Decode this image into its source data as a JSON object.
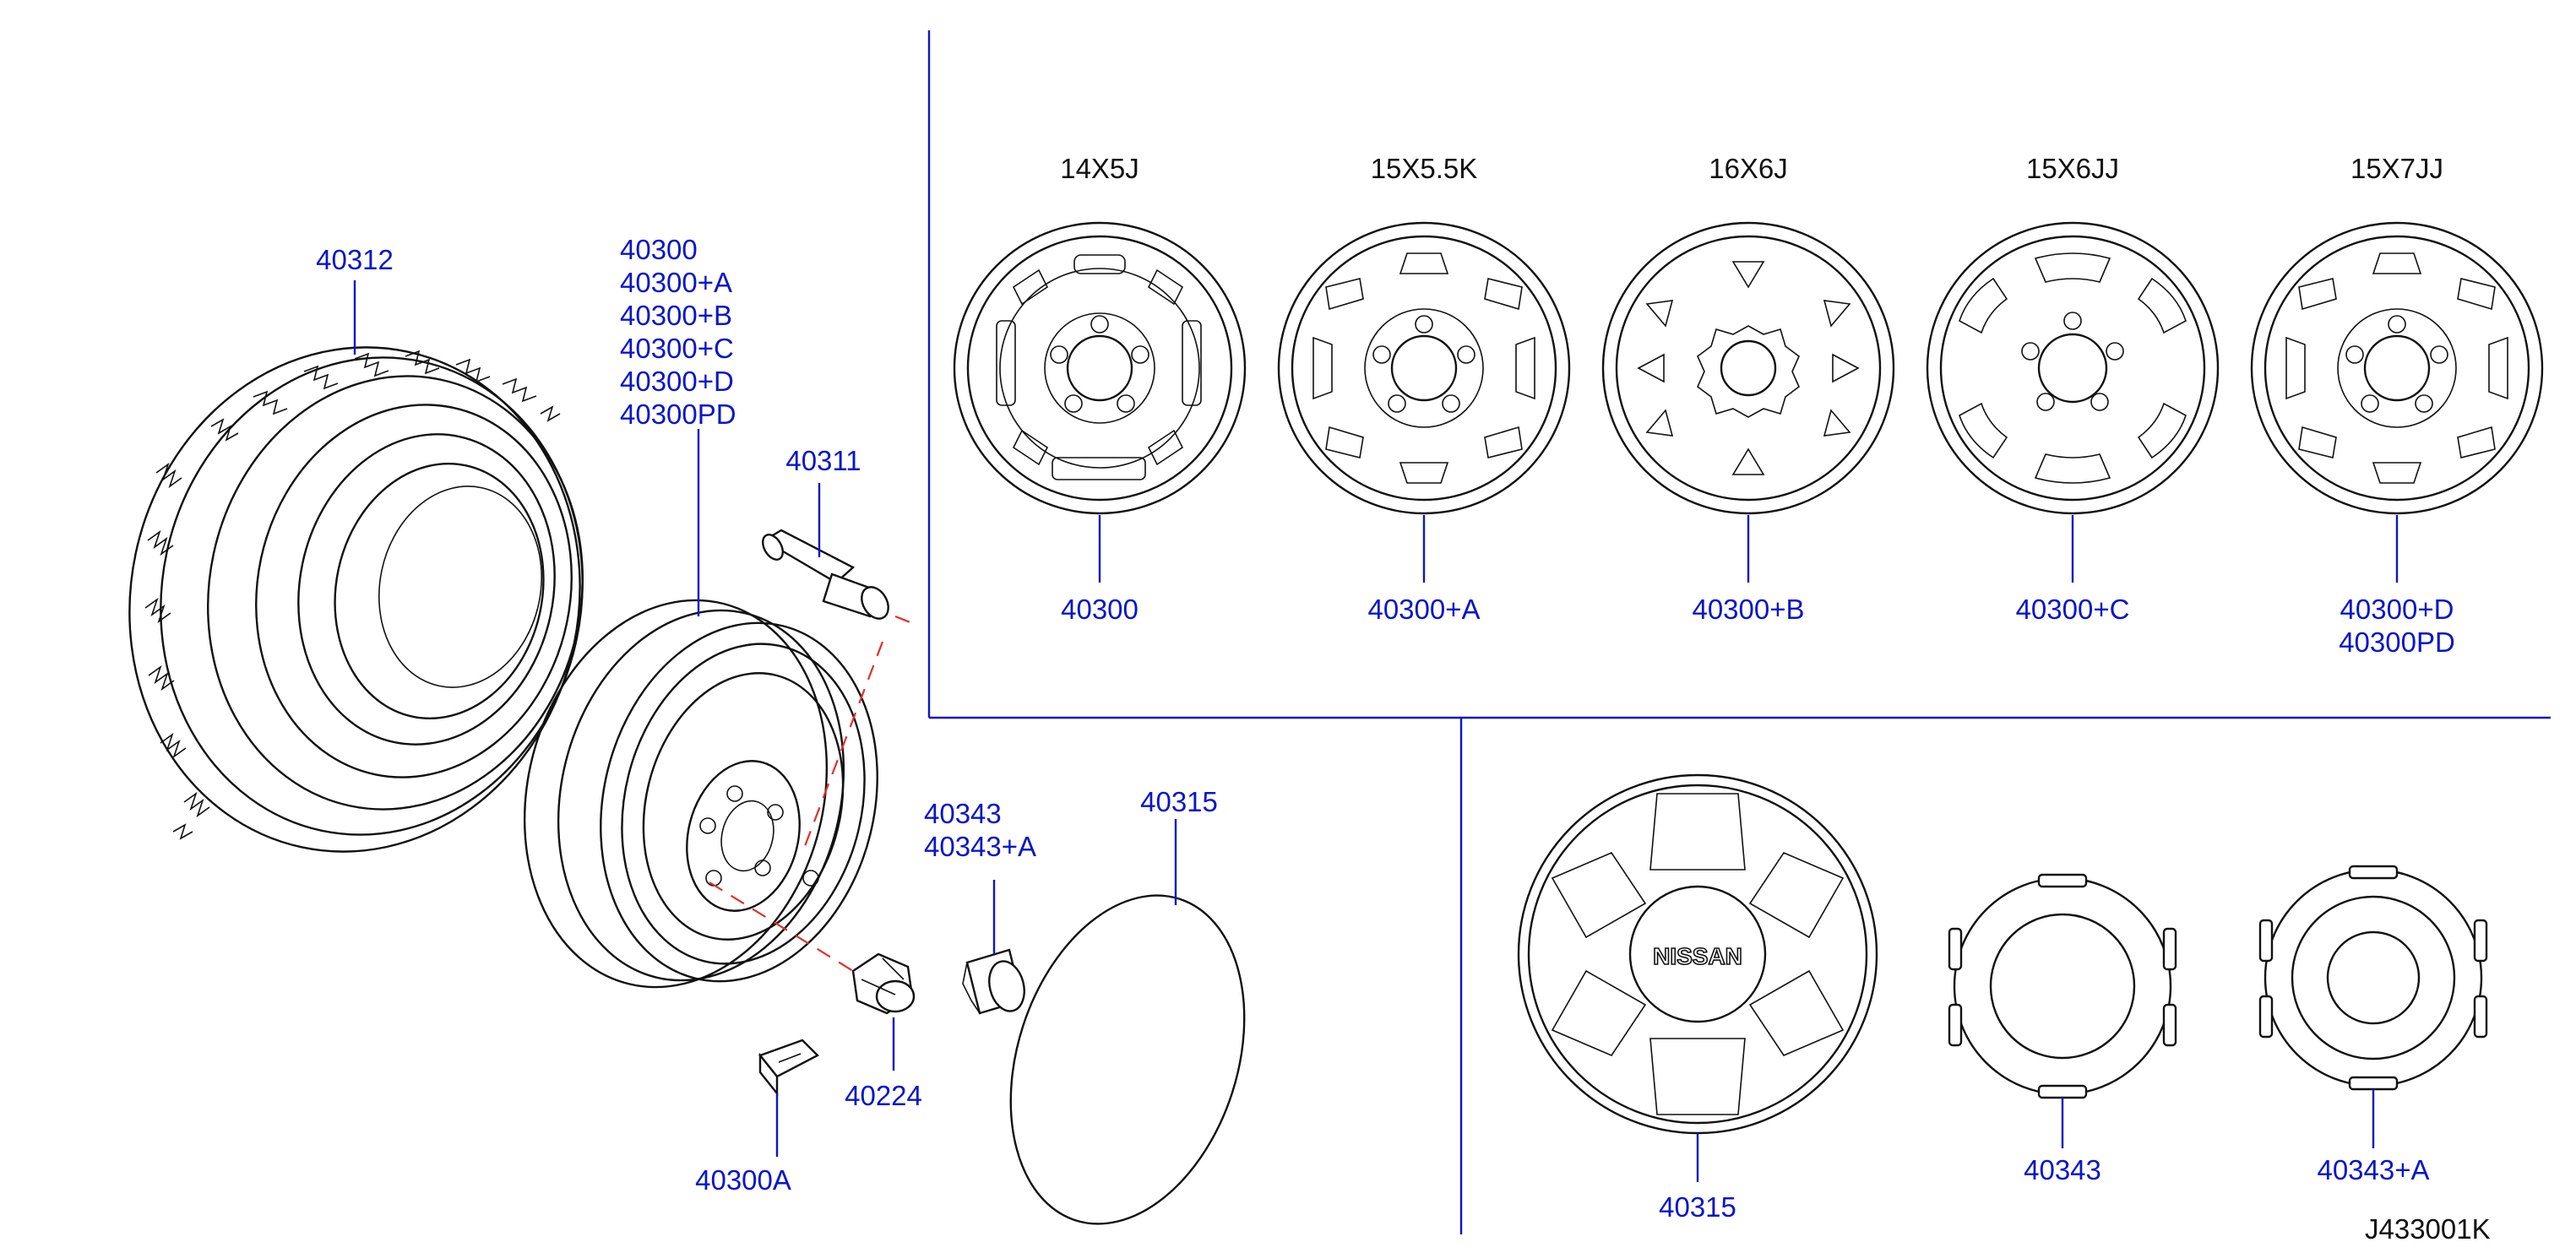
{
  "colors": {
    "callout": "#0a16c8",
    "line_art": "#111111",
    "guide_dash": "#e0302c",
    "background": "#ffffff"
  },
  "labels": {
    "tire": "40312",
    "wheel_list": [
      "40300",
      "40300+A",
      "40300+B",
      "40300+C",
      "40300+D",
      "40300PD"
    ],
    "valve": "40311",
    "nut": "40224",
    "balance_weight": "40300A",
    "center_cap_list": [
      "40343",
      "40343+A"
    ],
    "disc_cover": "40315"
  },
  "variants": [
    {
      "size": "14X5J",
      "part": "40300"
    },
    {
      "size": "15X5.5K",
      "part": "40300+A"
    },
    {
      "size": "16X6J",
      "part": "40300+B"
    },
    {
      "size": "15X6JJ",
      "part": "40300+C"
    },
    {
      "size": "15X7JJ",
      "part": "40300+D",
      "part2": "40300PD"
    }
  ],
  "covers": [
    {
      "part": "40315",
      "emblem": "NISSAN"
    },
    {
      "part": "40343"
    },
    {
      "part": "40343+A"
    }
  ],
  "diagram_code": "J433001K"
}
